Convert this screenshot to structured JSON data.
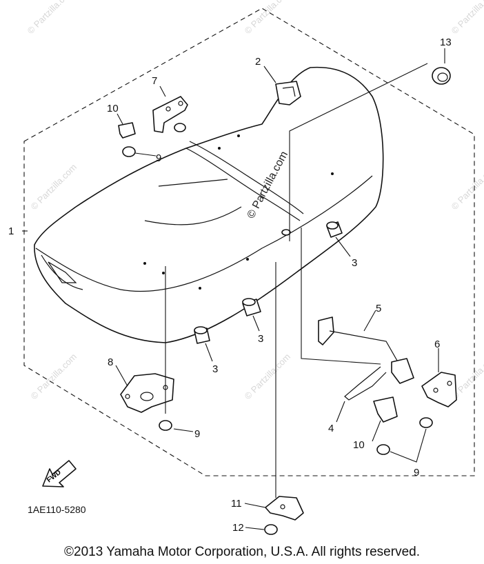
{
  "diagram": {
    "part_code": "1AE110-5280",
    "front_arrow_label": "FWD",
    "watermark_text": "© Partzilla.com",
    "callouts": {
      "c1": "1",
      "c2": "2",
      "c3a": "3",
      "c3b": "3",
      "c3c": "3",
      "c4": "4",
      "c5": "5",
      "c6": "6",
      "c7": "7",
      "c8": "8",
      "c9a": "9",
      "c9b": "9",
      "c9c": "9",
      "c10a": "10",
      "c10b": "10",
      "c11": "11",
      "c12": "12",
      "c13": "13"
    }
  },
  "footer": {
    "copyright": "©2013 Yamaha Motor Corporation, U.S.A. All rights reserved."
  }
}
